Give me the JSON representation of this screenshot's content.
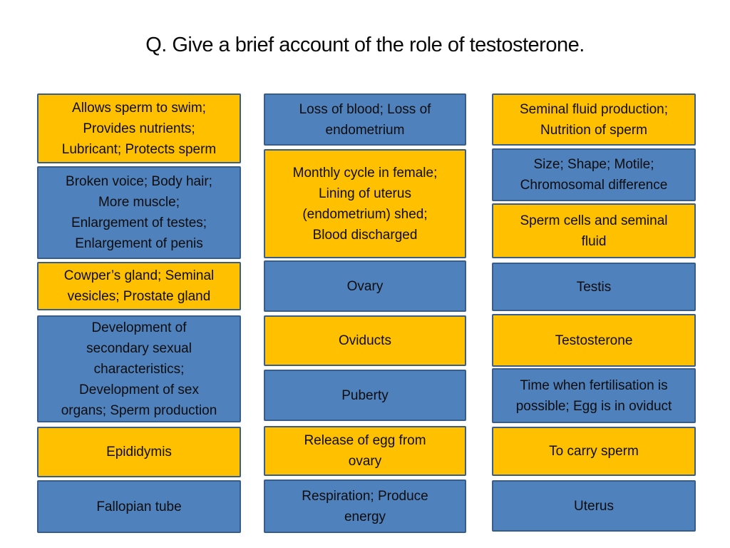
{
  "slide": {
    "title": "Q. Give a brief account of the role of testosterone.",
    "palette": {
      "box_yellow": "#FFC000",
      "box_blue": "#4F81BD",
      "box_border": "#385D8A",
      "title_color": "#0A0A0A",
      "box_text_color": "#0D0D0D",
      "background": "#FFFFFF"
    },
    "columns": [
      {
        "boxes": [
          {
            "fill": "yellow",
            "text": "Allows sperm to swim;\nProvides nutrients;\nLubricant; Protects sperm"
          },
          {
            "fill": "blue",
            "text": "Broken voice; Body hair;\nMore muscle;\nEnlargement of testes;\nEnlargement of penis"
          },
          {
            "fill": "yellow",
            "text": "Cowper’s gland; Seminal\nvesicles; Prostate gland"
          },
          {
            "fill": "blue",
            "text": "Development of\nsecondary sexual\ncharacteristics;\nDevelopment of sex\norgans; Sperm production"
          },
          {
            "fill": "yellow",
            "text": "Epididymis"
          },
          {
            "fill": "blue",
            "text": "Fallopian tube"
          }
        ]
      },
      {
        "boxes": [
          {
            "fill": "blue",
            "text": "Loss of blood; Loss of\nendometrium"
          },
          {
            "fill": "yellow",
            "text": "Monthly cycle in female;\nLining of uterus\n(endometrium) shed;\nBlood discharged"
          },
          {
            "fill": "blue",
            "text": "Ovary"
          },
          {
            "fill": "yellow",
            "text": "Oviducts"
          },
          {
            "fill": "blue",
            "text": "Puberty"
          },
          {
            "fill": "yellow",
            "text": "Release of egg from\novary"
          },
          {
            "fill": "blue",
            "text": "Respiration; Produce\nenergy"
          }
        ]
      },
      {
        "boxes": [
          {
            "fill": "yellow",
            "text": "Seminal fluid production;\nNutrition of sperm"
          },
          {
            "fill": "blue",
            "text": "Size; Shape; Motile;\nChromosomal difference"
          },
          {
            "fill": "yellow",
            "text": "Sperm cells and seminal\nfluid"
          },
          {
            "fill": "blue",
            "text": "Testis"
          },
          {
            "fill": "yellow",
            "text": "Testosterone"
          },
          {
            "fill": "blue",
            "text": "Time when fertilisation is\npossible; Egg is in oviduct"
          },
          {
            "fill": "yellow",
            "text": "To carry sperm"
          },
          {
            "fill": "blue",
            "text": "Uterus"
          }
        ]
      }
    ]
  }
}
